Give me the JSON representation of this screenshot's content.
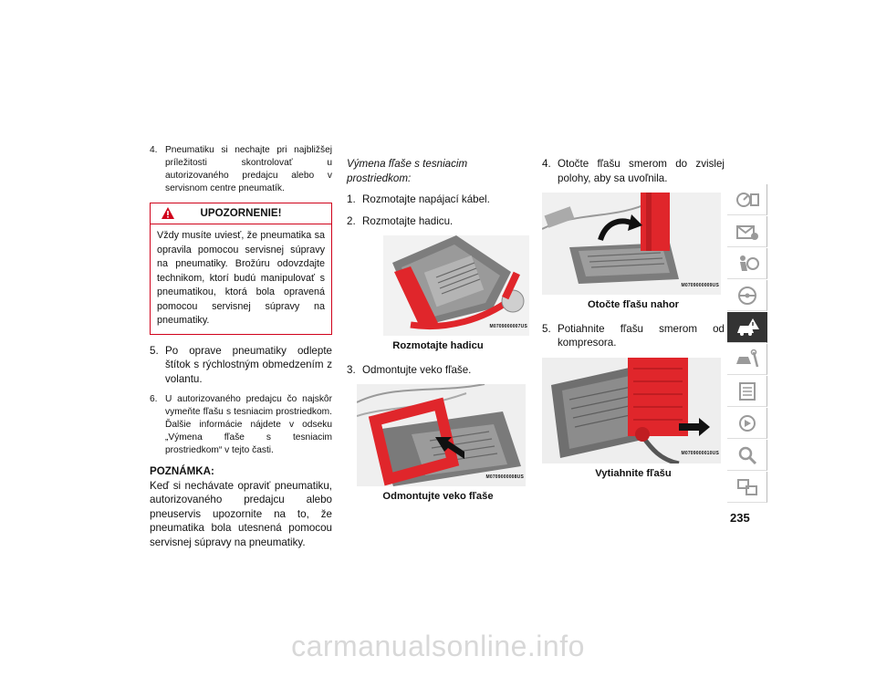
{
  "page_number": "235",
  "watermark": "carmanualsonline.info",
  "col1": {
    "step4_num": "4.",
    "step4_text": "Pneumatiku si nechajte pri najbližšej príleži­tosti skontrolovať u autorizovaného predajcu alebo v servisnom centre pneumatík.",
    "warning_title": "UPOZORNENIE!",
    "warning_text": "Vždy musíte uviesť, že pneumatika sa opravila pomocou servisnej súpravy na pneumatiky. Brožúru odovzdajte technikom, ktorí budú manipulovať s pneumatikou, ktorá bola opravená pomocou servisnej súpravy na pneumatiky.",
    "step5_num": "5.",
    "step5_text": "Po oprave pneumatiky odlepte štítok s rýchlostným obmedzením z volantu.",
    "step6_num": "6.",
    "step6_text": "U autorizovaného predajcu čo najskôr vymeňte fľašu s tesniacim prostriedkom. Ďalšie informácie nájdete v odseku „Výmena fľaše s tesniacim prostriedkom“ v tejto časti.",
    "note_title": "POZNÁMKA:",
    "note_text": "Keď si nechávate opraviť pneumatiku, auto­rizovaného predajcu alebo pneuservis upozornite na to, že pneumatika bola utes­nená pomocou servisnej súpravy na pneu­matiky."
  },
  "col2": {
    "section_title": "Výmena fľaše s tesniacim prostriedkom:",
    "step1_num": "1.",
    "step1_text": "Rozmotajte napájací kábel.",
    "step2_num": "2.",
    "step2_text": "Rozmotajte hadicu.",
    "fig1_code": "M0709000007US",
    "fig1_caption": "Rozmotajte hadicu",
    "step3_num": "3.",
    "step3_text": "Odmontujte veko fľaše.",
    "fig2_code": "M0709000008US",
    "fig2_caption": "Odmontujte veko fľaše"
  },
  "col3": {
    "step4_num": "4.",
    "step4_text": "Otočte fľašu smerom do zvislej polohy, aby sa uvoľnila.",
    "fig3_code": "M0709000009US",
    "fig3_caption": "Otočte fľašu nahor",
    "step5_num": "5.",
    "step5_text": "Potiahnite fľašu smerom od kompre­sora.",
    "fig4_code": "M0709000010US",
    "fig4_caption": "Vytiahnite fľašu"
  },
  "colors": {
    "accent_red": "#d0021b",
    "part_red": "#e0262b",
    "tab_active": "#333333"
  },
  "sidebar_tabs": [
    "instrument-cluster-icon",
    "envelope-info-icon",
    "safety-airbag-icon",
    "steering-wheel-icon",
    "car-warning-icon",
    "wrench-car-icon",
    "specifications-list-icon",
    "multimedia-icon",
    "search-index-icon",
    "language-icon"
  ]
}
